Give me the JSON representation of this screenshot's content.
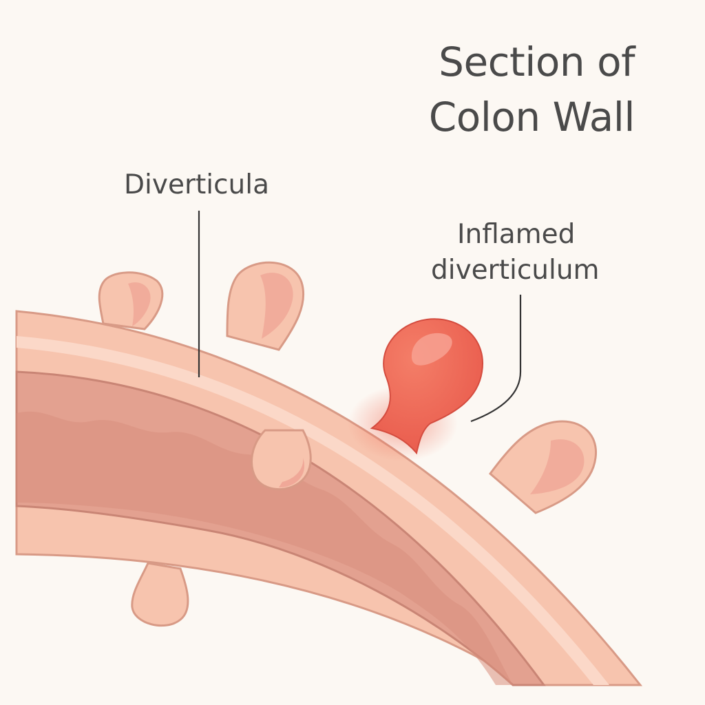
{
  "title": {
    "line1": "Section of",
    "line2": "Colon Wall"
  },
  "labels": {
    "diverticula": "Diverticula",
    "inflamed_line1": "Inflamed",
    "inflamed_line2": "diverticulum"
  },
  "colors": {
    "background": "#fcf8f3",
    "outer_wall": "#f7c4ae",
    "outline": "#d89a86",
    "highlight_band": "#fbd8c8",
    "inner_lumen": "#e3a190",
    "lumen_pattern": "#d98f7e",
    "inflamed": "#ef6a55",
    "inflamed_highlight": "#f7a192",
    "text": "#4a4a4a",
    "leader_line": "#333333"
  }
}
